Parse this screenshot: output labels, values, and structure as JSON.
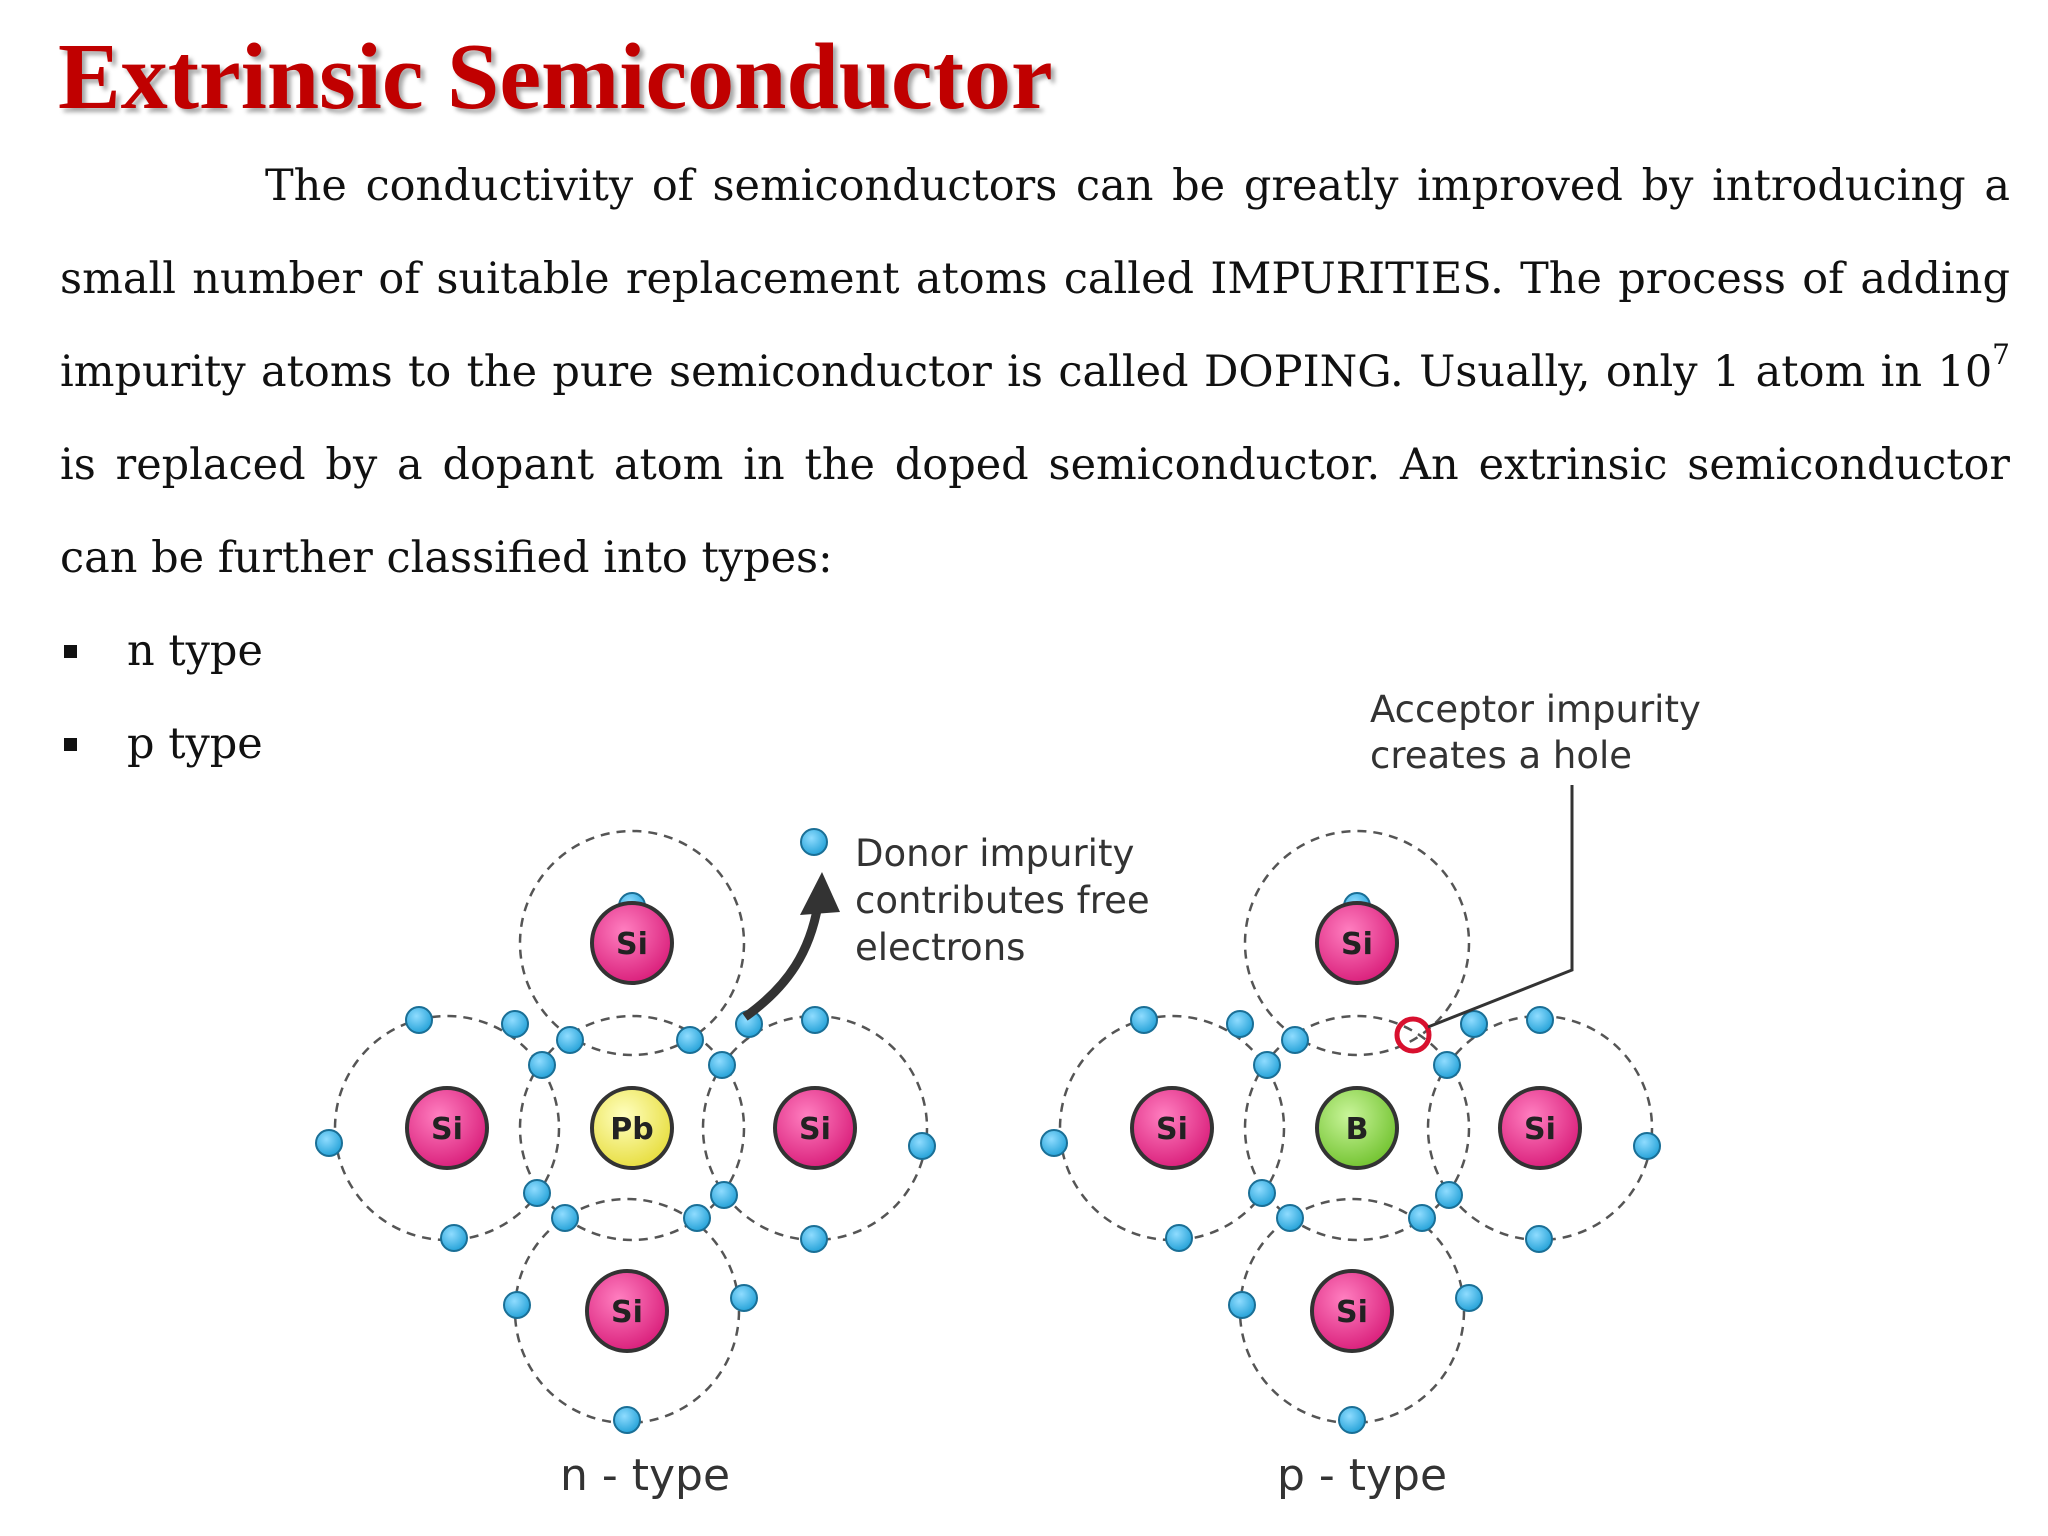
{
  "title": "Extrinsic Semiconductor",
  "paragraph": {
    "before_sup": "The conductivity of semiconductors can be greatly improved by introducing a small number of suitable replacement atoms called IMPURITIES. The process of adding impurity atoms to the pure semiconductor is called DOPING. Usually, only 1 atom in 10",
    "sup": "7",
    "after_sup": " is replaced by a dopant atom in the doped semiconductor. An extrinsic semiconductor  can be further classified into types:"
  },
  "bullets": [
    "n type",
    "p type"
  ],
  "diagram": {
    "n_type": {
      "caption": "n - type",
      "center_atom": "Pb",
      "neighbor_atom": "Si",
      "annotation": [
        "Donor impurity",
        "contributes free",
        "electrons"
      ]
    },
    "p_type": {
      "caption": "p - type",
      "center_atom": "B",
      "neighbor_atom": "Si",
      "annotation": [
        "Acceptor impurity",
        "creates a hole"
      ]
    },
    "colors": {
      "si_atom": "#e8318a",
      "pb_atom": "#f4ee6a",
      "b_atom": "#8fd84a",
      "electron": "#38b4e6",
      "hole": "#d8102e",
      "orbit": "#555555"
    }
  }
}
